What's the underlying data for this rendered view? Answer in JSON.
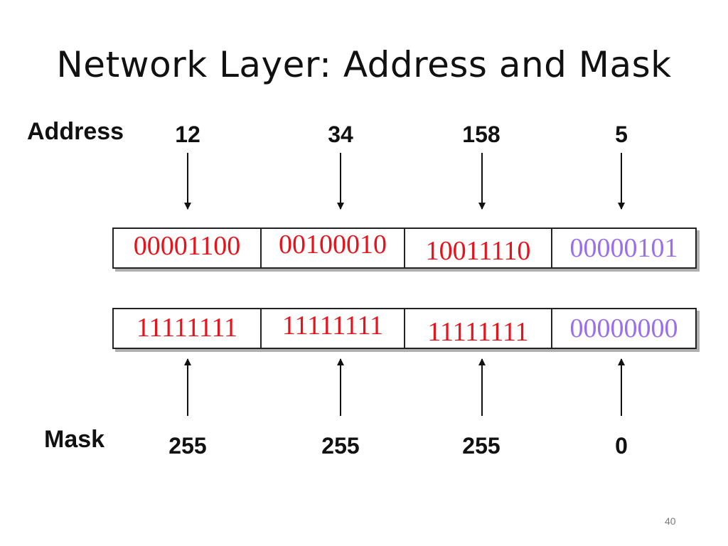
{
  "title": "Network Layer: Address and Mask",
  "address": {
    "label": "Address",
    "octets": [
      "12",
      "34",
      "158",
      "5"
    ],
    "binary": [
      "00001100",
      "00100010",
      "10011110",
      "00000101"
    ]
  },
  "mask": {
    "label": "Mask",
    "octets": [
      "255",
      "255",
      "255",
      "0"
    ],
    "binary": [
      "11111111",
      "11111111",
      "11111111",
      "00000000"
    ]
  },
  "colors": {
    "network_bits": "#e8121b",
    "host_bits": "#9a6ef0"
  },
  "page_number": "40"
}
